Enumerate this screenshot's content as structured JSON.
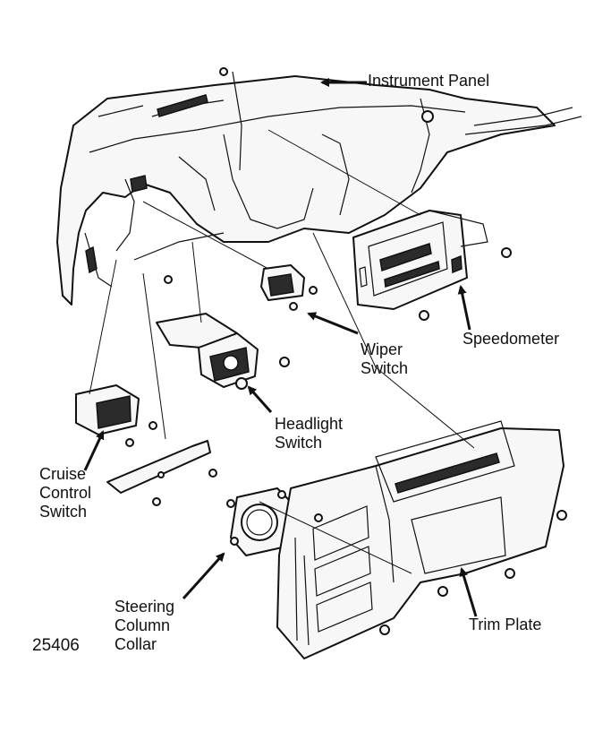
{
  "figure_number": "25406",
  "labels": {
    "instrument_panel": "Instrument Panel",
    "speedometer": "Speedometer",
    "wiper_switch": [
      "Wiper",
      "Switch"
    ],
    "headlight_switch": [
      "Headlight",
      "Switch"
    ],
    "cruise_control_switch": [
      "Cruise",
      "Control",
      "Switch"
    ],
    "steering_column_collar": [
      "Steering",
      "Column",
      "Collar"
    ],
    "trim_plate": "Trim Plate"
  },
  "colors": {
    "ink": "#111111",
    "paper": "#ffffff"
  }
}
